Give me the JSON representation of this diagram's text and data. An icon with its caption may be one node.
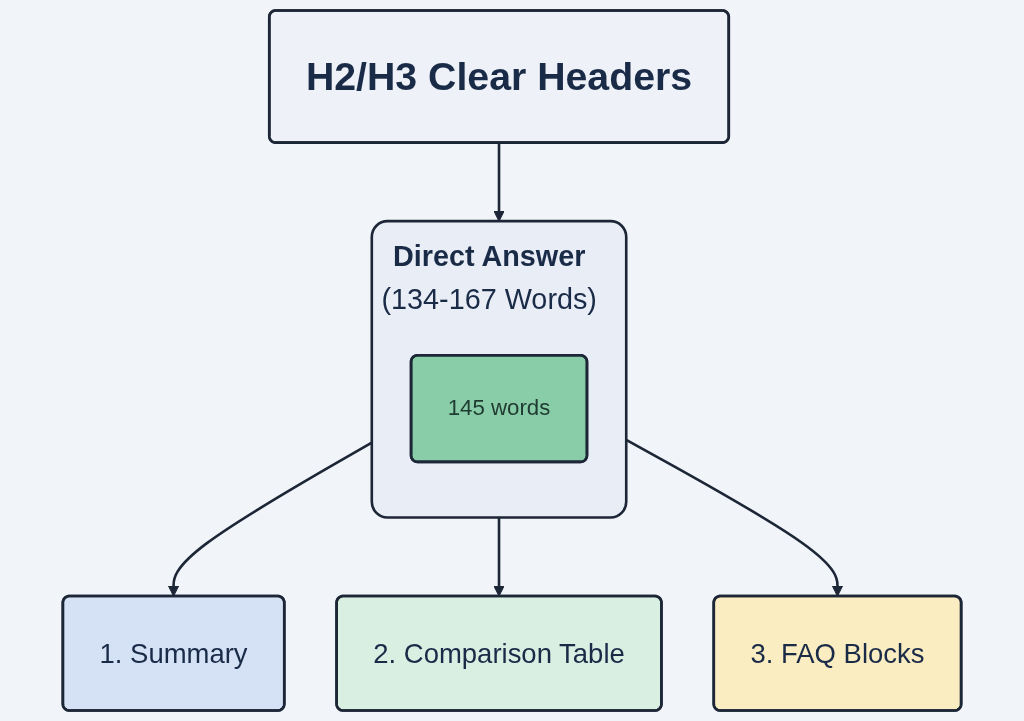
{
  "diagram": {
    "nodes": [
      {
        "text": [
          "H2/H3 Clear Headers"
        ]
      },
      {
        "text": [
          "Direct Answer",
          "(134-167 Words)"
        ]
      },
      {
        "text": [
          "145 words"
        ],
        "in": 1
      },
      {
        "text": [
          "1. Summary"
        ]
      },
      {
        "text": [
          "2. Comparison Table"
        ]
      },
      {
        "text": [
          "3. FAQ Blocks"
        ]
      }
    ],
    "edges": [
      {
        "from": 0,
        "to": 1,
        "arrow": "to"
      },
      {
        "from": 1,
        "to": 3,
        "arrow": "to"
      },
      {
        "from": 1,
        "to": 4,
        "arrow": "to"
      },
      {
        "from": 1,
        "to": 5,
        "arrow": "to"
      }
    ]
  }
}
